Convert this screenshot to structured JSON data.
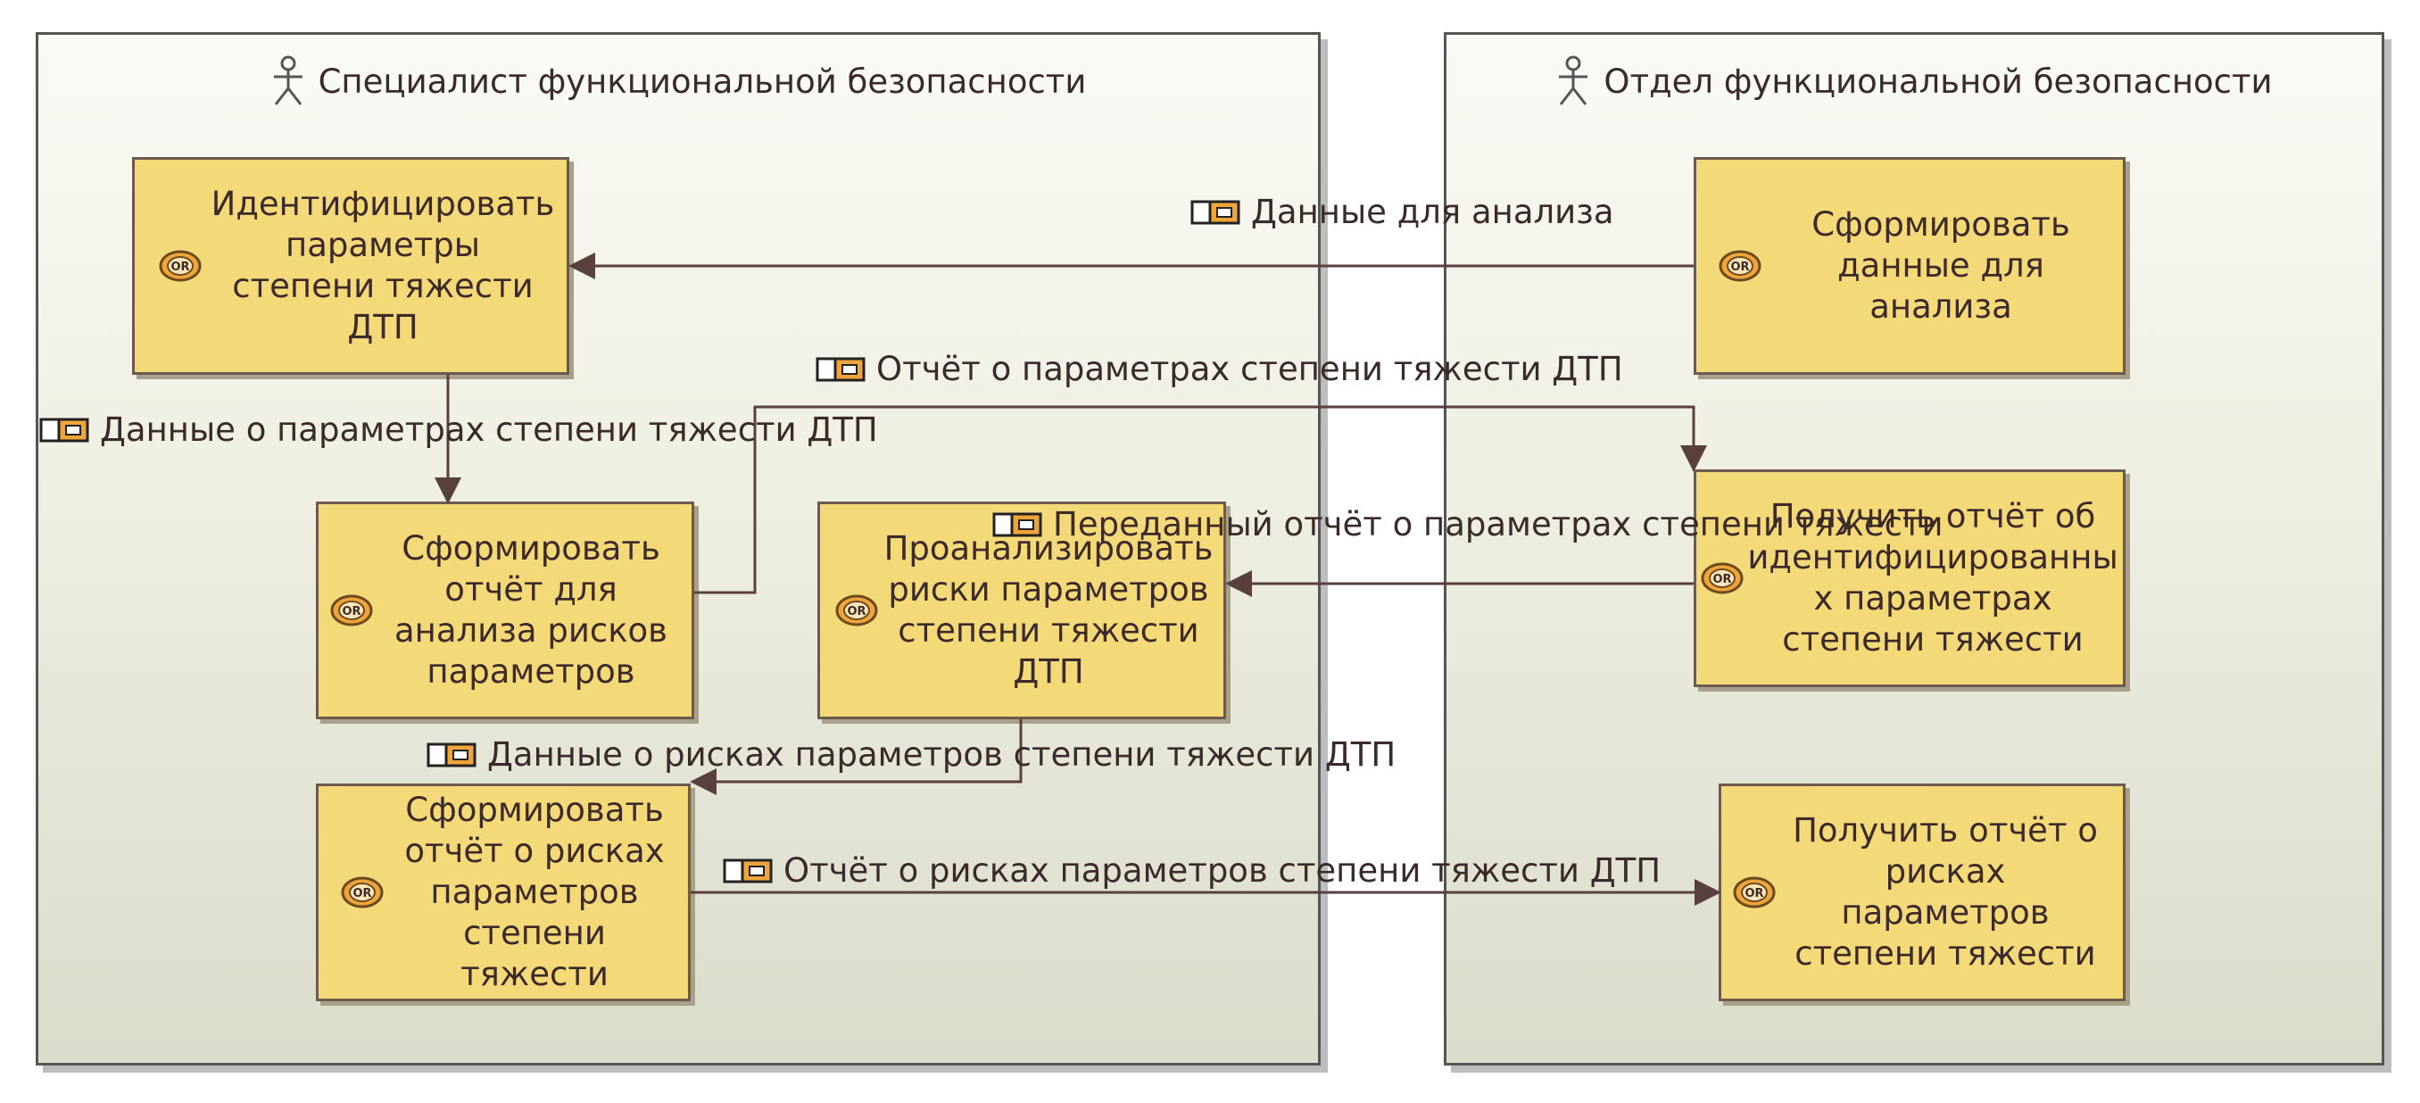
{
  "lanes": {
    "left": {
      "title": "Специалист функциональной безопасности",
      "icon": "actor-icon"
    },
    "right": {
      "title": "Отдел функциональной безопасности",
      "icon": "actor-icon"
    }
  },
  "tasks": {
    "identify": {
      "label": "Идентифицировать параметры степени тяжести ДТП",
      "icon": "or-task-icon"
    },
    "form_analysis": {
      "label": "Сформировать отчёт для анализа рисков параметров",
      "icon": "or-task-icon"
    },
    "analyze_risks": {
      "label": "Проанализировать риски параметров степени тяжести ДТП",
      "icon": "or-task-icon"
    },
    "form_risk_report": {
      "label": "Сформировать отчёт о рисках параметров степени тяжести",
      "icon": "or-task-icon"
    },
    "form_data": {
      "label": "Сформировать данные для анализа",
      "icon": "or-task-icon"
    },
    "receive_identified": {
      "label": "Получить отчёт об идентифицированны х параметрах степени тяжести",
      "icon": "or-task-icon"
    },
    "receive_risk_report": {
      "label": "Получить отчёт о рисках параметров степени тяжести",
      "icon": "or-task-icon"
    }
  },
  "flows": {
    "analysis_data": {
      "label": "Данные для анализа",
      "icon": "message-icon"
    },
    "params_report": {
      "label": "Отчёт о параметрах степени тяжести ДТП",
      "icon": "message-icon"
    },
    "params_data": {
      "label": "Данные о параметрах степени тяжести ДТП",
      "icon": "message-icon"
    },
    "transferred_report": {
      "label": "Переданный отчёт о параметрах степени тяжести",
      "icon": "message-icon"
    },
    "risks_data": {
      "label": "Данные о рисках параметров степени тяжести ДТП",
      "icon": "message-icon"
    },
    "risks_report": {
      "label": "Отчёт о рисках параметров степени тяжести ДТП",
      "icon": "message-icon"
    }
  },
  "colors": {
    "task_fill": "#f4d978",
    "task_border": "#6b5a4d",
    "connector": "#5a3f3f",
    "text": "#3b2a2a",
    "or_badge": "#f0a53a"
  }
}
